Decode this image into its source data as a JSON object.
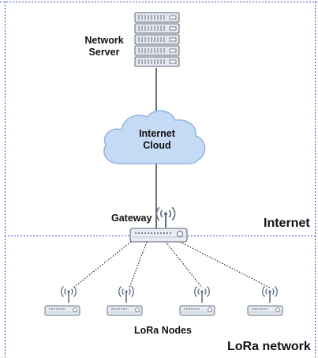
{
  "labels": {
    "server_line1": "Network",
    "server_line2": "Server",
    "cloud_line1": "Internet",
    "cloud_line2": "Cloud",
    "gateway": "Gateway",
    "internet_zone": "Internet",
    "nodes": "LoRa Nodes",
    "lora_zone": "LoRa network"
  },
  "colors": {
    "zone_border": "#3b4fc4",
    "cloud_fill": "#c5daf5",
    "cloud_stroke": "#8fb2dd",
    "device_fill": "#e8ecf2",
    "device_stroke": "#6a7582",
    "antenna": "#5e6f85",
    "link": "#222222"
  },
  "icons": [
    "server-icon",
    "cloud-icon",
    "gateway-icon",
    "antenna-icon",
    "node-icon"
  ]
}
